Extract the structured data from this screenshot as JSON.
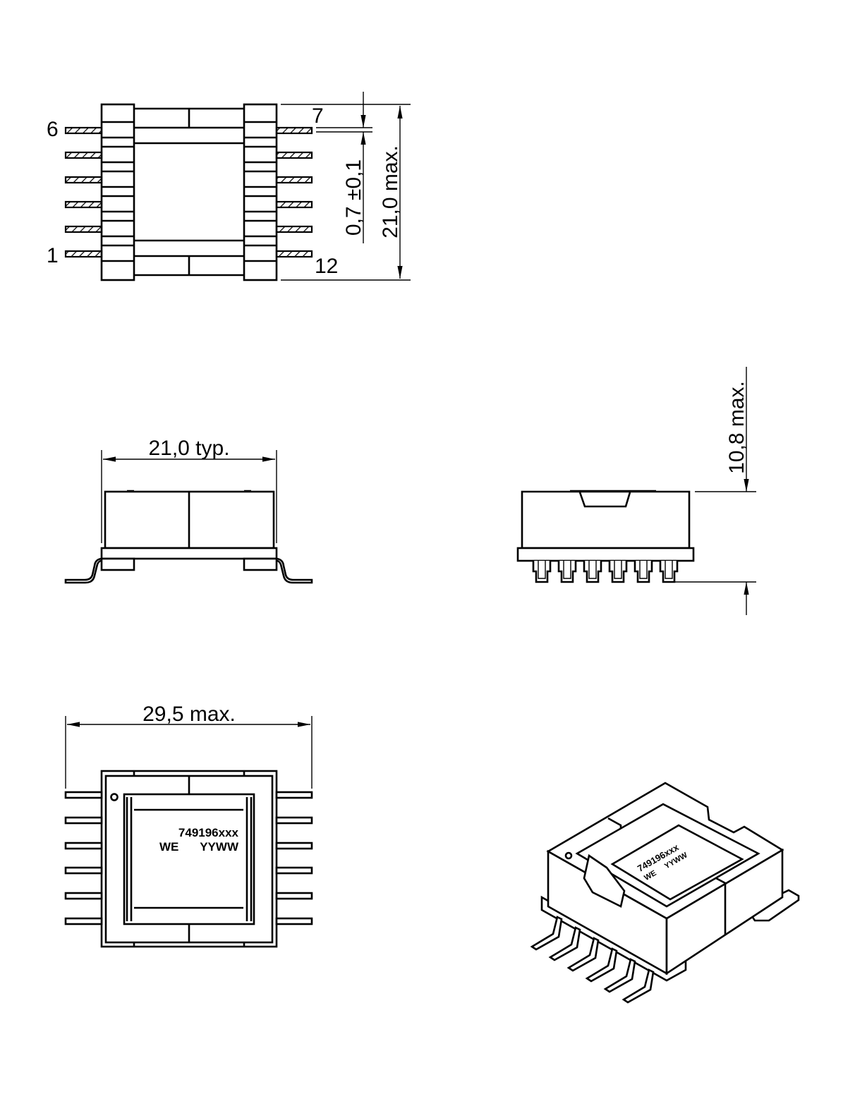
{
  "top_view": {
    "pin_label_6": "6",
    "pin_label_1": "1",
    "pin_label_7": "7",
    "pin_label_12": "12",
    "dim_pin_width": "0,7 ±0,1",
    "dim_height": "21,0  max."
  },
  "side_view_left": {
    "dim_width": "21,0  typ."
  },
  "side_view_right": {
    "dim_height": "10,8  max."
  },
  "bottom_view": {
    "dim_width": "29,5  max.",
    "marking_part": "749196xxx",
    "marking_we": "WE",
    "marking_date": "YYWW"
  },
  "iso_view": {
    "marking_part": "749196xxx",
    "marking_we": "WE",
    "marking_date": "YYWW"
  }
}
